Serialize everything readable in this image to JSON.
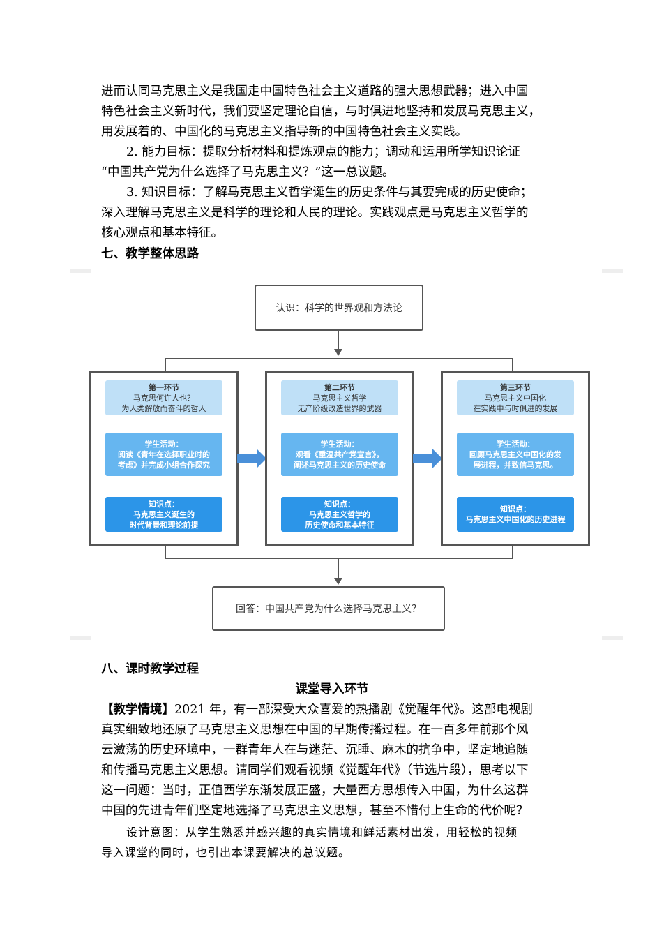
{
  "body": {
    "para1_lines": [
      "进而认同马克思主义是我国走中国特色社会主义道路的强大思想武器；进入中国",
      "特色社会主义新时代，我们要坚定理论自信，与时俱进地坚持和发展马克思主义，",
      "用发展着的、中国化的马克思主义指导新的中国特色社会主义实践。"
    ],
    "para2_lines": [
      "2. 能力目标：提取分析材料和提炼观点的能力；调动和运用所学知识论证",
      "“中国共产党为什么选择了马克思主义？”这一总议题。"
    ],
    "para3_lines": [
      "3. 知识目标：了解马克思主义哲学诞生的历史条件与其要完成的历史使命；",
      "深入理解马克思主义是科学的理论和人民的理论。实践观点是马克思主义哲学的",
      "核心观点和基本特征。"
    ],
    "heading7": "七、教学整体思路",
    "heading8": "八、课时教学过程",
    "section_title": "课堂导入环节",
    "scenario_label": "【教学情境】",
    "scenario_lines": [
      "2021 年，有一部深受大众喜爱的热播剧《觉醒年代》。这部电视剧",
      "真实细致地还原了马克思主义思想在中国的早期传播过程。在一百多年前那个风",
      "云激荡的历史环境中，一群青年人在与迷茫、沉睡、麻木的抗争中，坚定地追随",
      "和传播马克思主义思想。请同学们观看视频《觉醒年代》（节选片段），思考以下",
      "这一问题：当时，正值西学东渐发展正盛，大量西方思想传入中国，为什么这群",
      "中国的先进青年们坚定地选择了马克思主义思想，甚至不惜付上生命的代价呢？"
    ],
    "design_lines": [
      "设计意图：从学生熟悉并感兴趣的真实情境和鲜活素材出发，用轻松的视频",
      "导入课堂的同时，也引出本课要解决的总议题。"
    ]
  },
  "diagram": {
    "top_box": "认识：科学的世界观和方法论",
    "bottom_box": "回答：中国共产党为什么选择马克思主义？",
    "stages": [
      {
        "title": "第一环节",
        "subtitle_lines": [
          "马克思何许人也？",
          "为人类解放而奋斗的哲人"
        ],
        "activity_label": "学生活动：",
        "activity_lines": [
          "阅读《青年在选择职业时的",
          "考虑》并完成小组合作探究"
        ],
        "knowledge_label": "知识点：",
        "knowledge_lines": [
          "马克思主义诞生的",
          "时代背景和理论前提"
        ]
      },
      {
        "title": "第二环节",
        "subtitle_lines": [
          "马克思主义哲学",
          "无产阶级改造世界的武器"
        ],
        "activity_label": "学生活动：",
        "activity_lines": [
          "观看《重温共产党宣言》，",
          "阐述马克思主义的历史使命"
        ],
        "knowledge_label": "知识点：",
        "knowledge_lines": [
          "马克思主义哲学的",
          "历史使命和基本特征"
        ]
      },
      {
        "title": "第三环节",
        "subtitle_lines": [
          "马克思主义中国化",
          "在实践中与时俱进的发展"
        ],
        "activity_label": "学生活动：",
        "activity_lines": [
          "回顾马克思主义中国化的发",
          "展进程，并致信马克思。"
        ],
        "knowledge_label": "知识点：",
        "knowledge_lines": [
          "马克思主义中国化的历史进程"
        ]
      }
    ],
    "colors": {
      "light": "#bfe0f7",
      "mid": "#66b6f0",
      "dark": "#2c95e8",
      "arrow": "#4a90d9"
    }
  }
}
